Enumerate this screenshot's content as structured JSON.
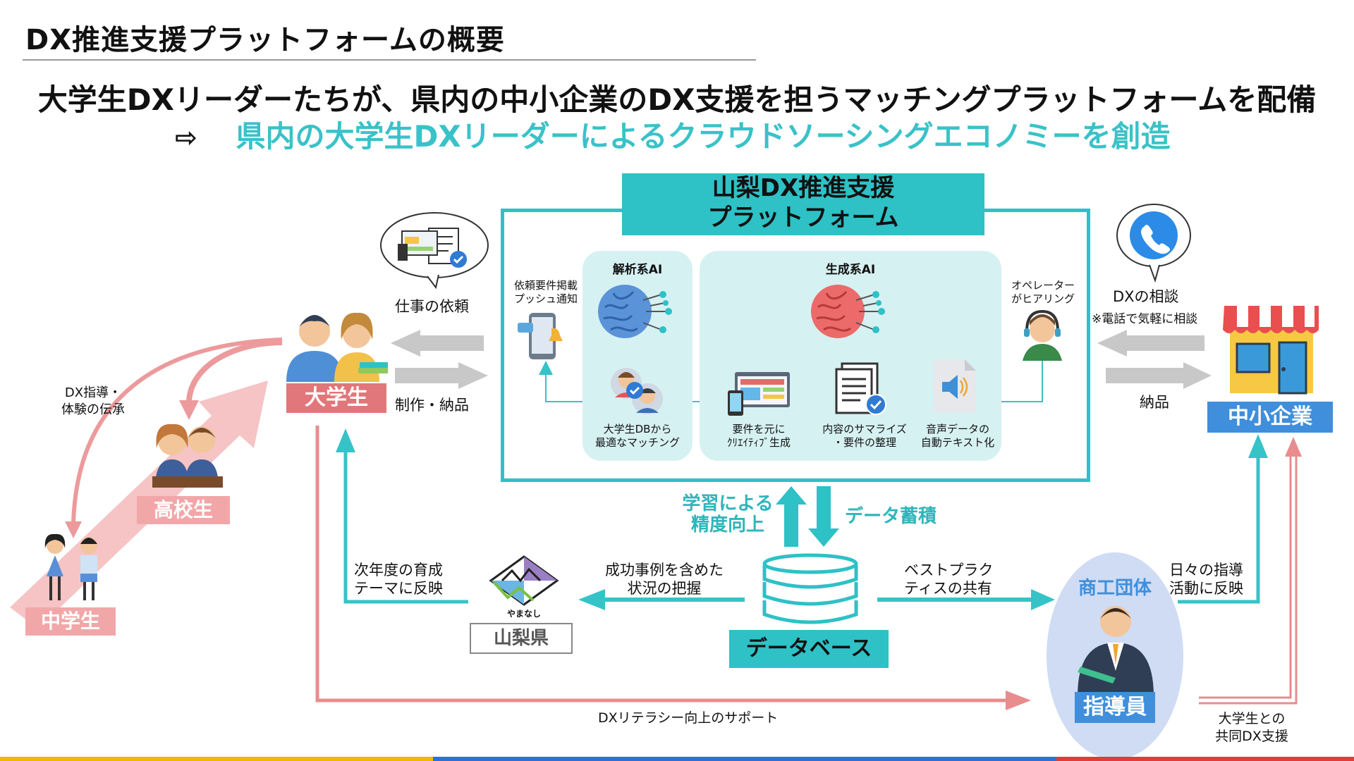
{
  "header": {
    "title": "DX推進支援プラットフォームの概要",
    "headline": "大学生DXリーダーたちが、県内の中小企業のDX支援を担うマッチングプラットフォームを配備",
    "subline_arrow": "⇨",
    "subline": "県内の大学生DXリーダーによるクラウドソーシングエコノミーを創造"
  },
  "platform": {
    "title_line1": "山梨DX推進支援",
    "title_line2": "プラットフォーム",
    "analysis_ai": "解析系AI",
    "generative_ai": "生成系AI",
    "push_notice_line1": "依頼要件掲載",
    "push_notice_line2": "プッシュ通知",
    "operator_line1": "オペレーター",
    "operator_line2": "がヒアリング",
    "matching_line1": "大学生DBから",
    "matching_line2": "最適なマッチング",
    "creative_line1": "要件を元に",
    "creative_line2": "ｸﾘｴｲﾃｨﾌﾞ生成",
    "summary_line1": "内容のサマライズ",
    "summary_line2": "・要件の整理",
    "audio_line1": "音声データの",
    "audio_line2": "自動テキスト化"
  },
  "university": {
    "label": "大学生",
    "job_request": "仕事の依頼",
    "production": "制作・納品"
  },
  "sme": {
    "label": "中小企業",
    "consult": "DXの相談",
    "consult_note": "※電話で気軽に相談",
    "delivery": "納品"
  },
  "students": {
    "high_school": "高校生",
    "middle_school": "中学生",
    "guidance_line1": "DX指導・",
    "guidance_line2": "体験の伝承"
  },
  "database": {
    "label": "データベース",
    "learning_line1": "学習による",
    "learning_line2": "精度向上",
    "accumulate": "データ蓄積",
    "success_line1": "成功事例を含めた",
    "success_line2": "状況の把握",
    "best_line1": "ベストプラク",
    "best_line2": "ティスの共有"
  },
  "prefecture": {
    "logo_text": "やまなし",
    "label": "山梨県",
    "next_year_line1": "次年度の育成",
    "next_year_line2": "テーマに反映"
  },
  "commerce": {
    "group": "商工団体",
    "instructor": "指導員",
    "daily_line1": "日々の指導",
    "daily_line2": "活動に反映",
    "joint_line1": "大学生との",
    "joint_line2": "共同DX支援"
  },
  "bottom": {
    "literacy": "DXリテラシー向上のサポート"
  },
  "colors": {
    "teal": "#2ec1c6",
    "red": "#e1777a",
    "pink": "#f1a7a8",
    "blue": "#3f8fdc",
    "gray_arrow": "#c8c8c8"
  }
}
